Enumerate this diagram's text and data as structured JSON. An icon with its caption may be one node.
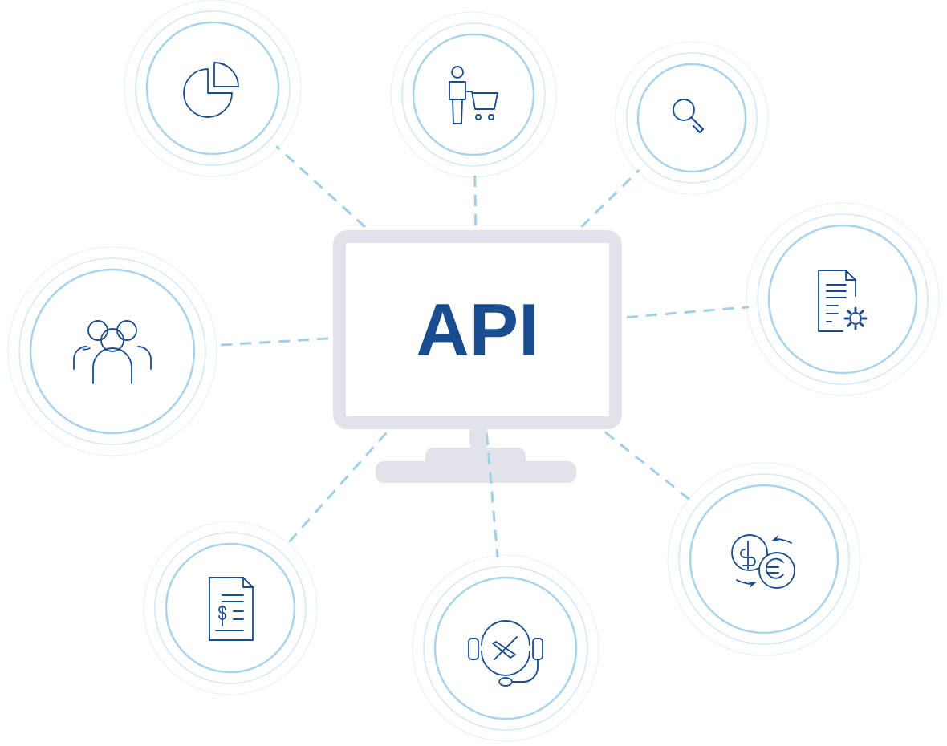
{
  "diagram": {
    "nodes": [
      {
        "text": [
          "API"
        ]
      },
      {
        "text": [],
        "shape": "circle"
      },
      {
        "text": [],
        "shape": "circle"
      },
      {
        "text": [],
        "shape": "circle"
      },
      {
        "text": [],
        "shape": "circle"
      },
      {
        "text": [],
        "shape": "circle"
      },
      {
        "text": [],
        "shape": "circle"
      },
      {
        "text": [],
        "shape": "circle"
      },
      {
        "text": [],
        "shape": "circle"
      }
    ],
    "edges": [
      {
        "from": 0,
        "to": 1,
        "arrow": "none",
        "style": "dashed"
      },
      {
        "from": 0,
        "to": 2,
        "arrow": "none",
        "style": "dashed"
      },
      {
        "from": 0,
        "to": 3,
        "arrow": "none",
        "style": "dashed"
      },
      {
        "from": 0,
        "to": 4,
        "arrow": "none",
        "style": "dashed"
      },
      {
        "from": 0,
        "to": 5,
        "arrow": "none",
        "style": "dashed"
      },
      {
        "from": 0,
        "to": 6,
        "arrow": "none",
        "style": "dashed"
      },
      {
        "from": 0,
        "to": 7,
        "arrow": "none",
        "style": "dashed"
      },
      {
        "from": 0,
        "to": 8,
        "arrow": "none",
        "style": "dashed"
      }
    ]
  }
}
